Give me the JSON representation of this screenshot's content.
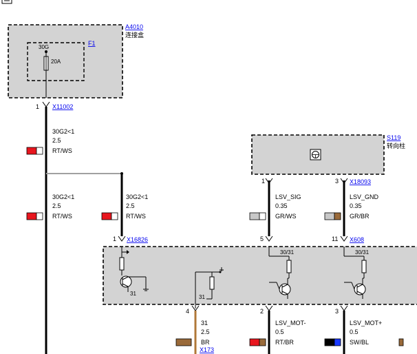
{
  "components": {
    "a4010": {
      "id": "A4010",
      "name": "连接盒"
    },
    "f1": {
      "id": "F1",
      "terminal": "30G",
      "rating": "20A"
    },
    "s119": {
      "id": "S119",
      "name": "转向柱"
    },
    "x16826": {
      "id": "X16826"
    },
    "x608": {
      "id": "X608"
    }
  },
  "connectors": {
    "x11002": {
      "id": "X11002",
      "pin": "1"
    },
    "x18093": {
      "id": "X18093",
      "pin_a": "1",
      "pin_b": "3"
    },
    "x16826_pin": "1",
    "x608_pins": {
      "p5": "5",
      "p11": "11"
    },
    "x173": {
      "id": "X173",
      "pin": "4"
    },
    "bottom_pins": {
      "p2": "2",
      "p3": "3"
    }
  },
  "wires": {
    "w1": {
      "signal": "30G2<1",
      "gauge": "2.5",
      "color": "RT/WS",
      "c1": "#e8161e",
      "c2": "#ffffff"
    },
    "w2": {
      "signal": "30G2<1",
      "gauge": "2.5",
      "color": "RT/WS",
      "c1": "#e8161e",
      "c2": "#ffffff"
    },
    "w3": {
      "signal": "30G2<1",
      "gauge": "2.5",
      "color": "RT/WS",
      "c1": "#e8161e",
      "c2": "#ffffff"
    },
    "w4": {
      "signal": "LSV_SIG",
      "gauge": "0.35",
      "color": "GR/WS",
      "c1": "#c8c8c8",
      "c2": "#ffffff"
    },
    "w5": {
      "signal": "LSV_GND",
      "gauge": "0.35",
      "color": "GR/BR",
      "c1": "#c8c8c8",
      "c2": "#9a6a3a"
    },
    "w6": {
      "signal": "31",
      "gauge": "2.5",
      "color": "BR",
      "c1": "#9a6a3a",
      "c2": "#9a6a3a"
    },
    "w7": {
      "signal": "LSV_MOT-",
      "gauge": "0.5",
      "color": "RT/BR",
      "c1": "#e8161e",
      "c2": "#9a6a3a"
    },
    "w8": {
      "signal": "LSV_MOT+",
      "gauge": "0.5",
      "color": "SW/BL",
      "c1": "#000000",
      "c2": "#1a3aff"
    }
  },
  "internal": {
    "t1": "30/31",
    "t2": "30/31",
    "g1": "31",
    "g2": "31"
  },
  "icons": {
    "top_left": "document-icon",
    "steering": "steering-column-icon"
  }
}
